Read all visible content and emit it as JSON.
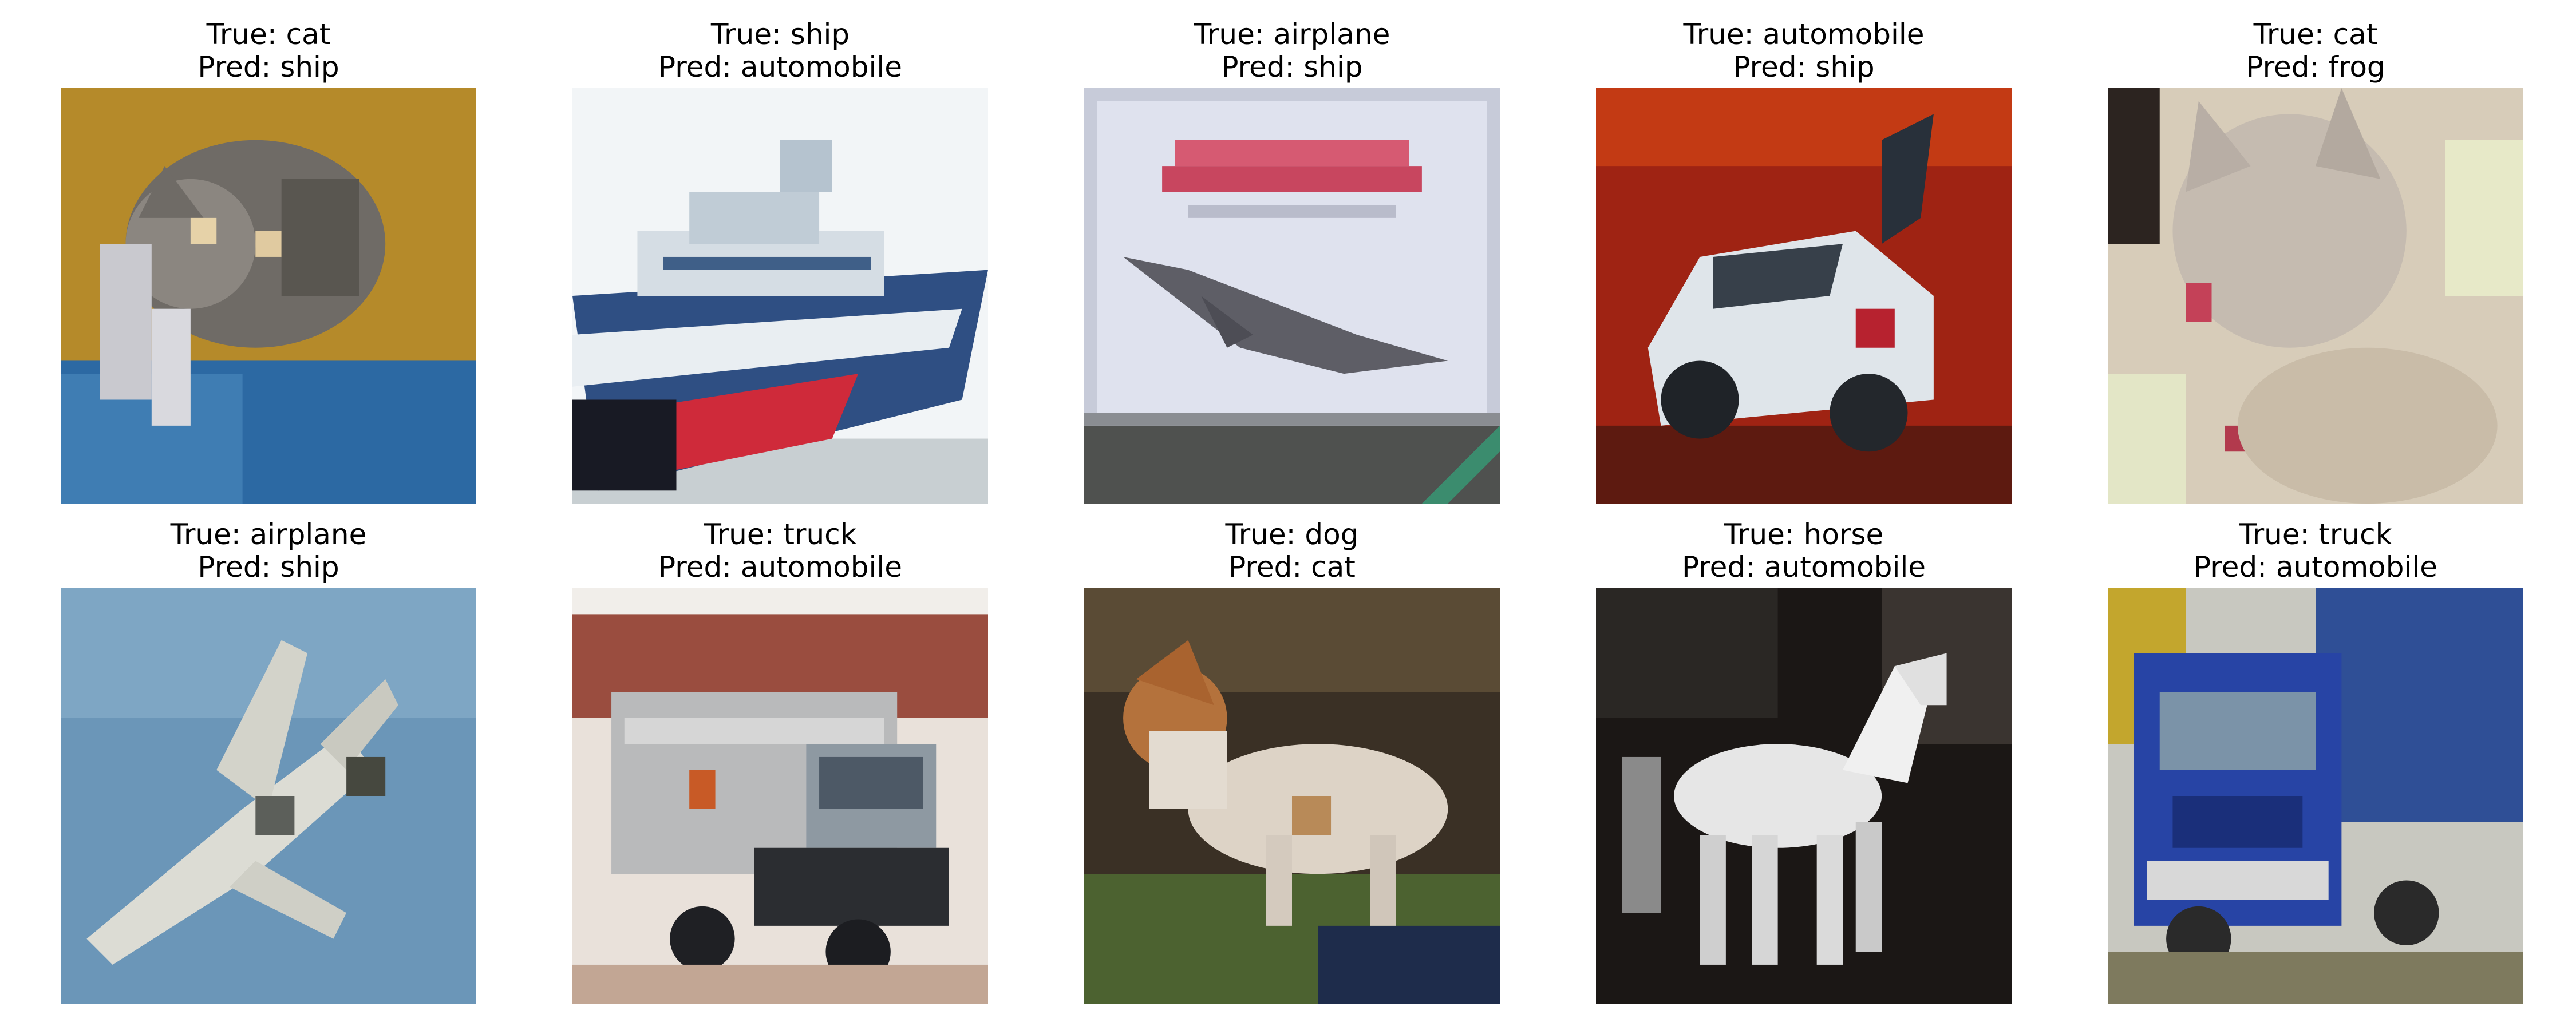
{
  "panels": [
    {
      "true_label": "True: cat",
      "pred_label": "Pred: ship",
      "scene": "cat"
    },
    {
      "true_label": "True: ship",
      "pred_label": "Pred: automobile",
      "scene": "ship"
    },
    {
      "true_label": "True: airplane",
      "pred_label": "Pred: ship",
      "scene": "airplane-poster"
    },
    {
      "true_label": "True: automobile",
      "pred_label": "Pred: ship",
      "scene": "car"
    },
    {
      "true_label": "True: cat",
      "pred_label": "Pred: frog",
      "scene": "cat-closeup"
    },
    {
      "true_label": "True: airplane",
      "pred_label": "Pred: ship",
      "scene": "jet"
    },
    {
      "true_label": "True: truck",
      "pred_label": "Pred: automobile",
      "scene": "truck-red-building"
    },
    {
      "true_label": "True: dog",
      "pred_label": "Pred: cat",
      "scene": "dog"
    },
    {
      "true_label": "True: horse",
      "pred_label": "Pred: automobile",
      "scene": "horse"
    },
    {
      "true_label": "True: truck",
      "pred_label": "Pred: automobile",
      "scene": "blue-truck"
    }
  ]
}
